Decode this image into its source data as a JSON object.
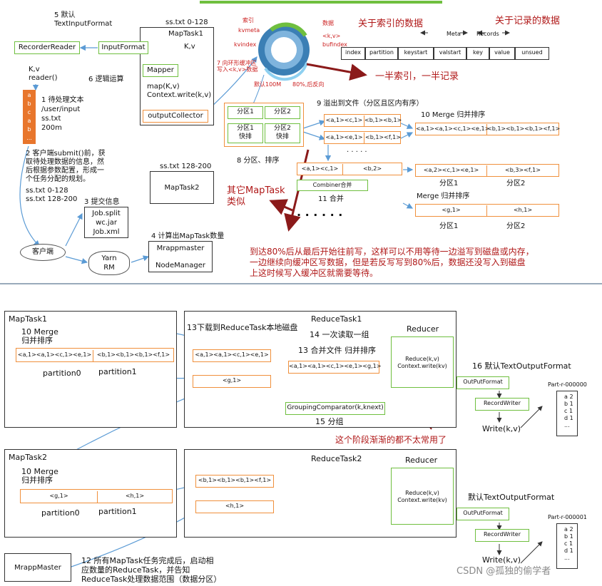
{
  "top": {
    "default_input_format": [
      "5 默认",
      "TextInputFormat"
    ],
    "sstxt_0_128": "ss.txt 0-128",
    "maptask1": "MapTask1",
    "kv": "K,v",
    "recorder_reader": "RecorderReader",
    "input_format": "InputFormat",
    "kv_reader": [
      "K,v",
      "reader()"
    ],
    "mapper": "Mapper",
    "logic_op": "6 逻辑运算",
    "map_call": [
      "map(K,v)",
      "Context.write(k,v)"
    ],
    "output_collector": "outputCollector",
    "file_chars": [
      "a",
      "b",
      "c",
      "a",
      "b",
      "..."
    ],
    "pending_files": [
      "1 待处理文本",
      "/user/input",
      "ss.txt",
      "200m"
    ],
    "client_submit": [
      "2 客户端submit()前，获",
      "取待处理数据的信息，然",
      "后根据参数配置，形成一",
      "个任务分配的规划。"
    ],
    "split_ranges": [
      "ss.txt  0-128",
      "ss.txt  128-200"
    ],
    "submit_info": "3 提交信息",
    "job_files": [
      "Job.split",
      "wc.jar",
      "Job.xml"
    ],
    "client": "客户端",
    "yarn_rm": [
      "Yarn",
      "RM"
    ],
    "calc_maptask": "4 计算出MapTask数量",
    "mrappmaster": "Mrappmaster",
    "nodemanager": "NodeManager",
    "sstxt_128_200": "ss.txt 128-200",
    "maptask2": "MapTask2",
    "ring_labels": {
      "index": "索引",
      "kvmeta": "kvmeta",
      "kvindex": "kvindex",
      "data": "数据",
      "kv": "<k,v>",
      "bufindex": "bufindex",
      "write_ring": [
        "7 向环形缓冲区",
        "写入<k,v>数据"
      ],
      "default_100m": "默认100M",
      "reverse_80": "80%,后反向"
    },
    "index_data_title": "关于索引的数据",
    "record_data_title": "关于记录的数据",
    "meta": "Meta",
    "records": "Records",
    "meta_columns": [
      "index",
      "partition",
      "keystart",
      "valstart",
      "key",
      "value",
      "unsued"
    ],
    "half_note": "一半索引，一半记录",
    "spill_title": "9 溢出到文件（分区且区内有序）",
    "partition_labels": [
      "分区1",
      "分区2",
      "分区1\n快排",
      "分区2\n快排"
    ],
    "partition_sort": "8 分区、排序",
    "spill_rows": [
      [
        "<a,1><c,1>",
        "<b,1><b,1>"
      ],
      [
        "<a,1><e,1>",
        "<b,1><f,1>"
      ]
    ],
    "ellipsis_small": "· · ·  · ·",
    "merge_title": "10 Merge 归并排序",
    "merge_row": [
      "<a,1><a,1><c,1><e,1>",
      "<b,1><b,1><b,1><f,1>"
    ],
    "combiner_row": [
      "<a,1><c,1>",
      "<b,2>"
    ],
    "combiner": "Combiner合并",
    "combine_label": "11 合并",
    "merge_row2": [
      "<a,2><c,1><e,1>",
      "<b,3><f,1>"
    ],
    "partition1": "分区1",
    "partition2": "分区2",
    "merge_title2": "Merge 归并排序",
    "merge_row3": [
      "<g,1>",
      "<h,1>"
    ],
    "other_maptask": [
      "其它MapTask",
      "类似"
    ],
    "big_ellipsis": "· · ·   · · ·",
    "note_80": [
      "到达80%后从最后开始往前写，这样可以不用等待一边溢写到磁盘或内存，",
      "一边继续向缓冲区写数据，但是若反写写到80%后，数据还没写入到磁盘",
      "上这时候写入缓冲区就需要等待。"
    ]
  },
  "bottom": {
    "maptask1": "MapTask1",
    "merge1": [
      "10 Merge",
      "归并排序"
    ],
    "m1_cells": [
      "<a,1><a,1><c,1><e,1>",
      "<b,1><b,1><b,1><f,1>"
    ],
    "partition0": "partition0",
    "partition1": "partition1",
    "reducetask1": "ReduceTask1",
    "download": "13下载到ReduceTask本地磁盘",
    "read_group": "14 一次读取一组",
    "r1_cell": "<a,1><a,1><c,1><e,1>",
    "merge_files": "13 合并文件 归并排序",
    "r1_merged": "<a,1><a,1><c,1><e,1><g,1>",
    "g1": "<g,1>",
    "reducer": "Reducer",
    "reduce_call": [
      "Reduce(k,v)",
      "Context.write(kv)"
    ],
    "grouping": "GroupingComparator(k,knext)",
    "group15": "15 分组",
    "default_output": "16 默认TextOutputFormat",
    "output_put": "OutPutFormat",
    "record_writer": "RecordWriter",
    "write_kv": "Write(k,v)",
    "part_file1": "Part-r-000000",
    "part_lines": [
      "a 2",
      "b 1",
      "c 1",
      "d 1",
      "..."
    ],
    "rarely_used": "这个阶段渐渐的都不太常用了",
    "maptask2": "MapTask2",
    "merge2": [
      "10 Merge",
      "归并排序"
    ],
    "m2_cells": [
      "<g,1>",
      "<h,1>"
    ],
    "reducetask2": "ReduceTask2",
    "r2_cells": [
      "<b,1><b,1><b,1><f,1>",
      "<h,1>"
    ],
    "default_output2": "默认TextOutputFormat",
    "part_file2": "Part-r-000001",
    "mrappmaster": "MrappMaster",
    "all_done": [
      "12 所有MapTask任务完成后，启动相",
      "应数量的ReduceTask，并告知",
      "ReduceTask处理数据范围（数据分区）"
    ],
    "watermark": "CSDN @孤独的偷学者"
  },
  "colors": {
    "green_border": "#6fbf3f",
    "orange_border": "#f0903c",
    "red_text": "#b01818",
    "dark_red_arrow": "#8b1a1a",
    "blue_arrow": "#5b9bd5",
    "ring_blue": "#3b7fb5",
    "file_orange": "#e8762c"
  }
}
